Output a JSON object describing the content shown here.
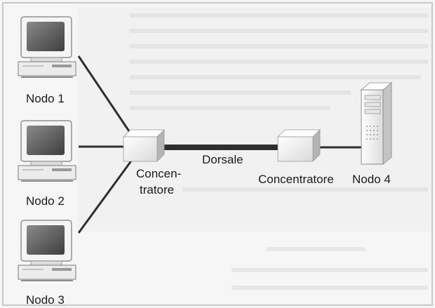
{
  "diagram": {
    "nodes": [
      {
        "id": "nodo-1",
        "label": "Nodo 1",
        "kind": "desktop-computer"
      },
      {
        "id": "nodo-2",
        "label": "Nodo 2",
        "kind": "desktop-computer"
      },
      {
        "id": "nodo-3",
        "label": "Nodo 3",
        "kind": "desktop-computer"
      },
      {
        "id": "nodo-4",
        "label": "Nodo 4",
        "kind": "tower-server"
      },
      {
        "id": "hub-left",
        "label_line1": "Concen-",
        "label_line2": "tratore",
        "kind": "hub-box"
      },
      {
        "id": "hub-right",
        "label": "Concentratore",
        "kind": "hub-box"
      }
    ],
    "links": [
      {
        "from": "nodo-1",
        "to": "hub-left"
      },
      {
        "from": "nodo-2",
        "to": "hub-left"
      },
      {
        "from": "nodo-3",
        "to": "hub-left"
      },
      {
        "from": "hub-left",
        "to": "hub-right",
        "label": "Dorsale",
        "style": "thick"
      },
      {
        "from": "hub-right",
        "to": "nodo-4"
      }
    ],
    "colors": {
      "frame_border": "#c8c8c8",
      "background_tint": "#ededed",
      "link": "#2e2e2e",
      "box_face": "#f0f0f0",
      "box_shadow": "#b4b4b4"
    }
  }
}
